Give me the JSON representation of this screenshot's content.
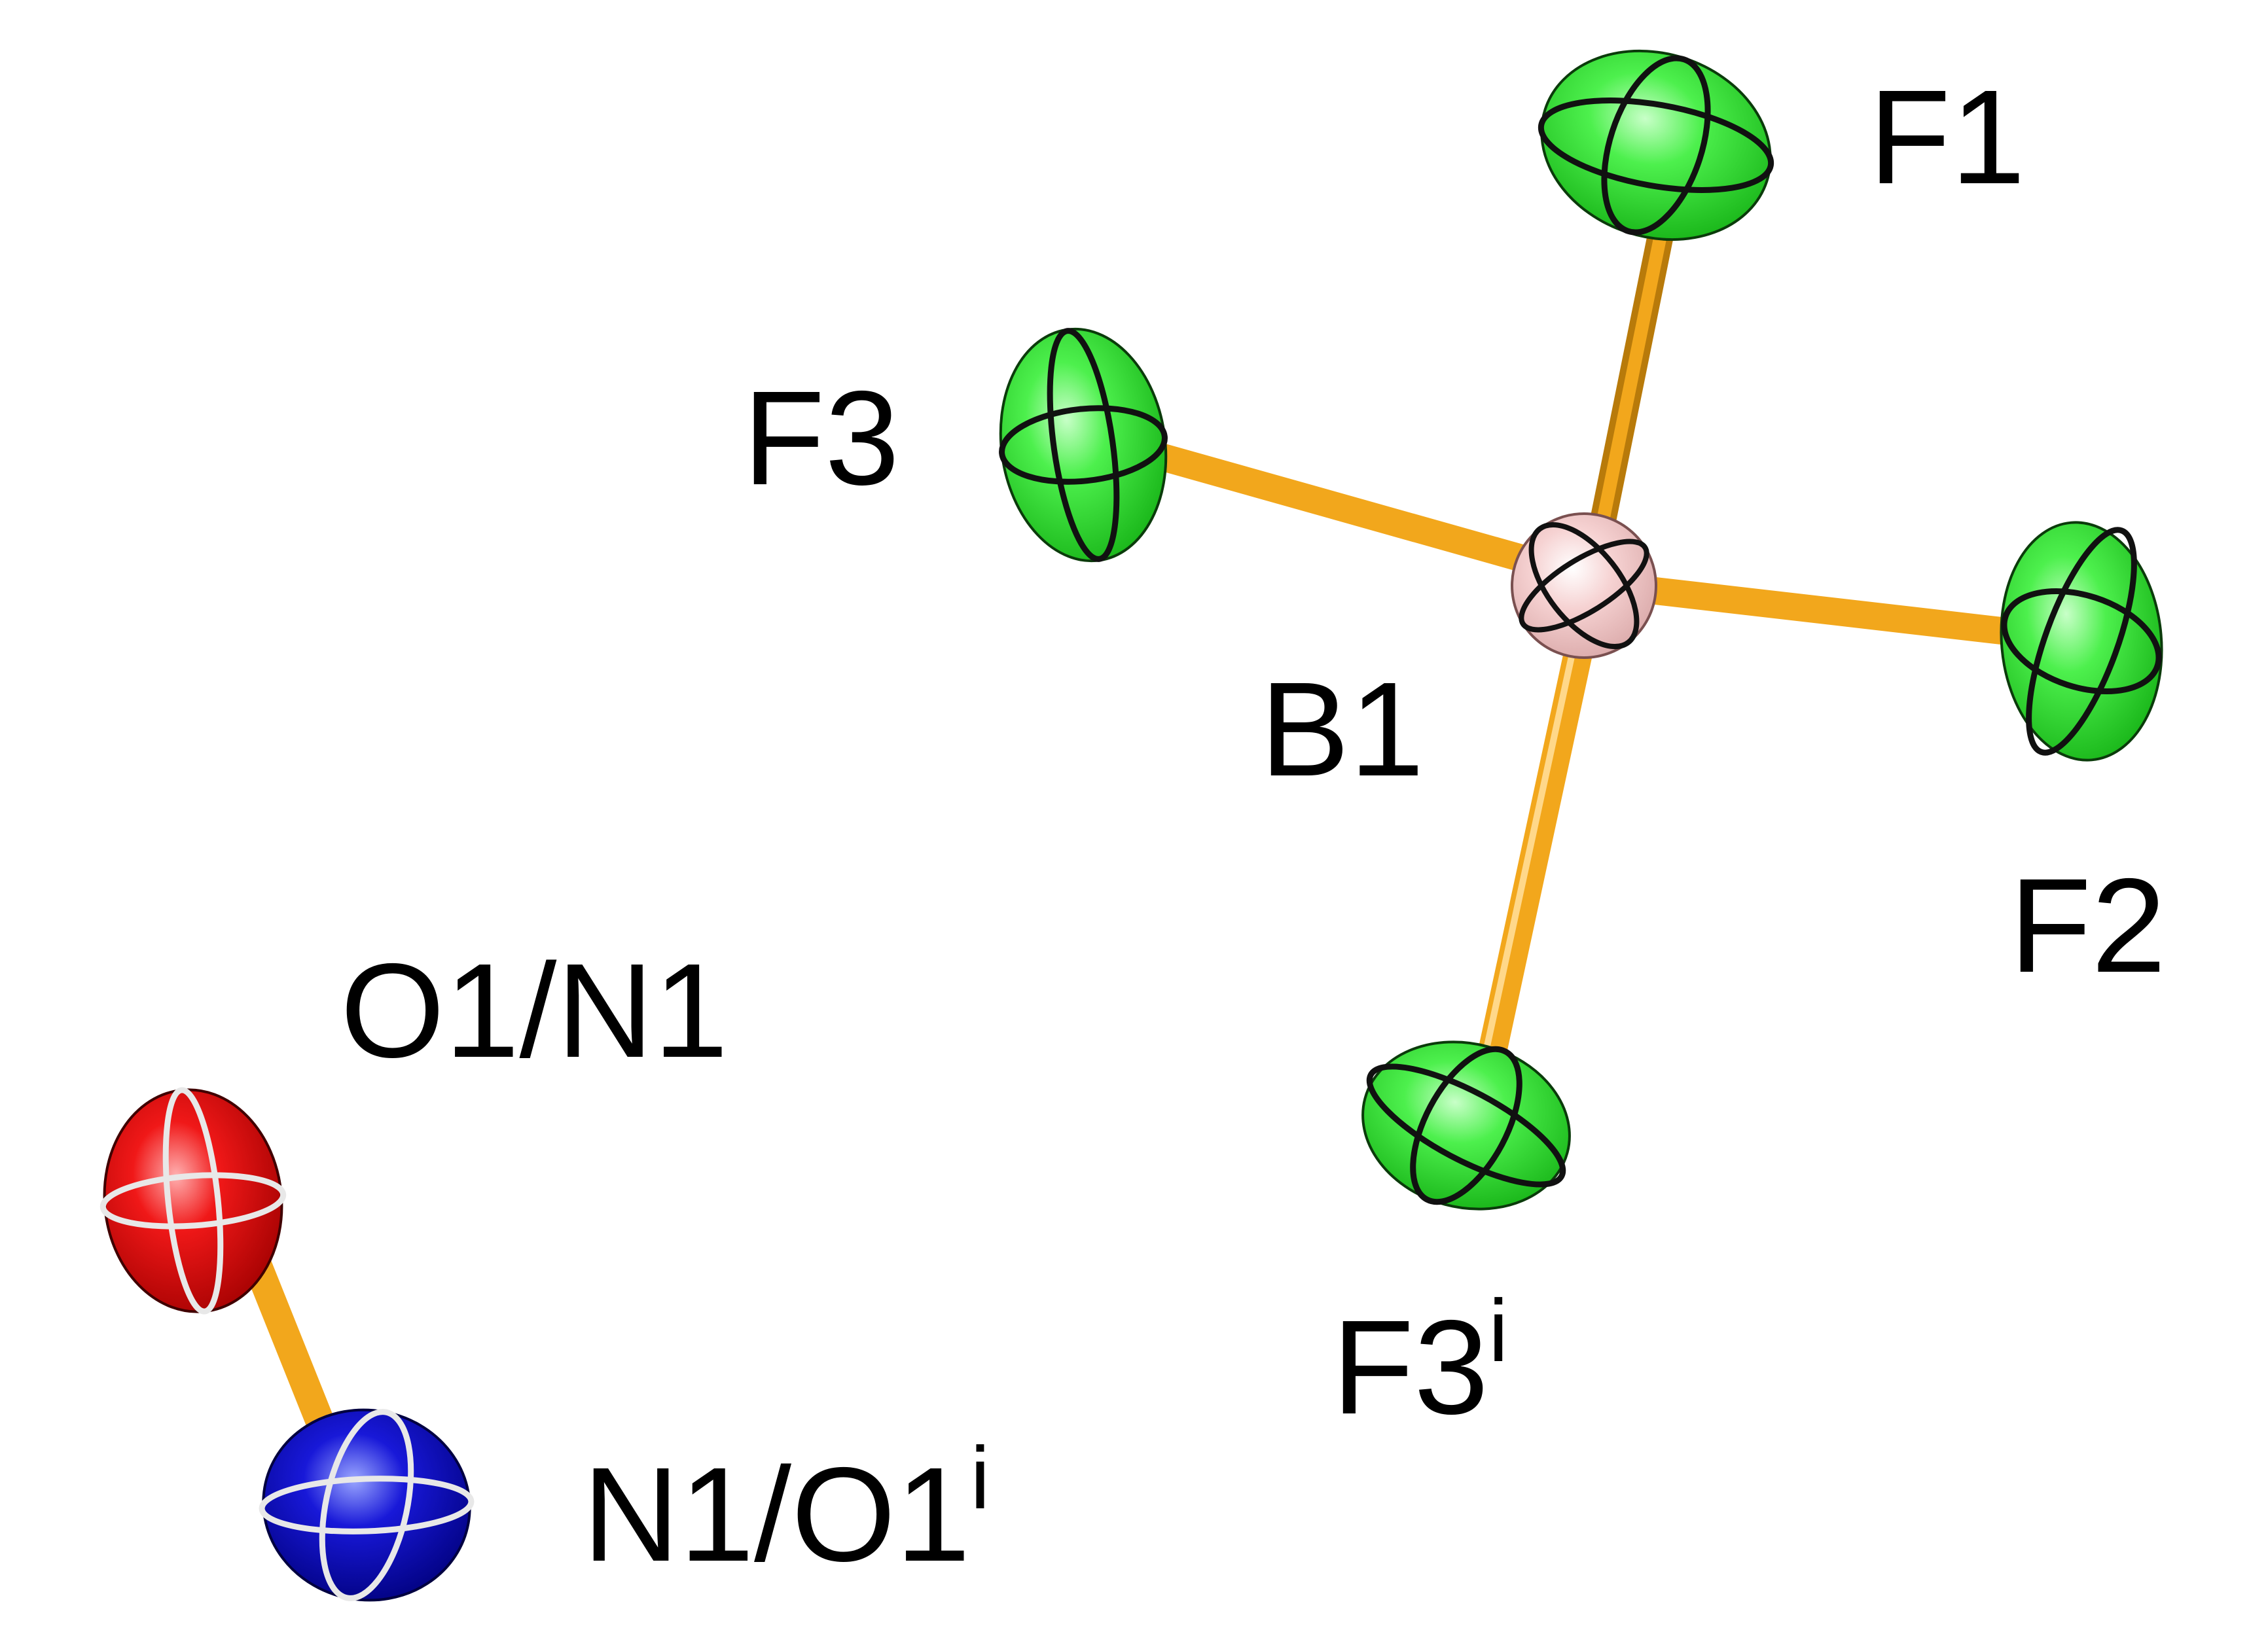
{
  "colors": {
    "fluorine": "#2cdc2c",
    "boron": "#f2c8c8",
    "oxygen": "#e01010",
    "nitrogen": "#1212c8",
    "bond": "#f2a71c",
    "bond_shade": "#b87a0a",
    "text": "#000000"
  },
  "atoms": {
    "f1": {
      "label": "F1",
      "sup": ""
    },
    "f2": {
      "label": "F2",
      "sup": ""
    },
    "f3": {
      "label": "F3",
      "sup": ""
    },
    "f3i": {
      "label": "F3",
      "sup": "i"
    },
    "b1": {
      "label": "B1",
      "sup": ""
    },
    "o1n1": {
      "label": "O1/N1",
      "sup": ""
    },
    "n1o1i": {
      "label": "N1/O1",
      "sup": "i"
    }
  }
}
